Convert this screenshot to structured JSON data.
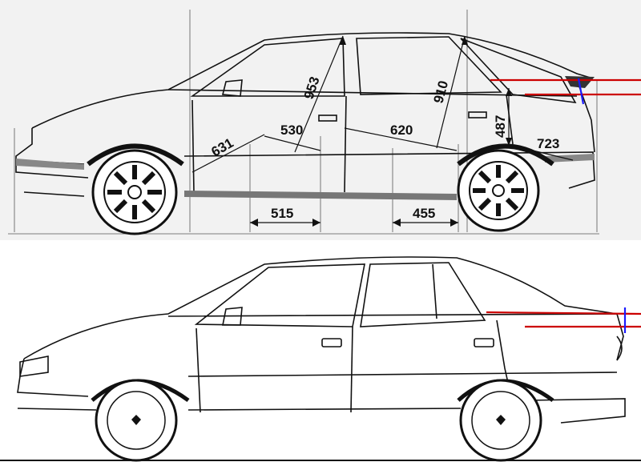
{
  "top_drawing": {
    "dimensions": [
      {
        "id": "dim-631",
        "value": "631"
      },
      {
        "id": "dim-530",
        "value": "530"
      },
      {
        "id": "dim-953",
        "value": "953"
      },
      {
        "id": "dim-620",
        "value": "620"
      },
      {
        "id": "dim-910",
        "value": "910"
      },
      {
        "id": "dim-487",
        "value": "487"
      },
      {
        "id": "dim-723",
        "value": "723"
      },
      {
        "id": "dim-515",
        "value": "515"
      },
      {
        "id": "dim-455",
        "value": "455"
      }
    ]
  },
  "annotation_colors": {
    "reference_line": "#cc0000",
    "height_marker": "#1a1aff"
  }
}
